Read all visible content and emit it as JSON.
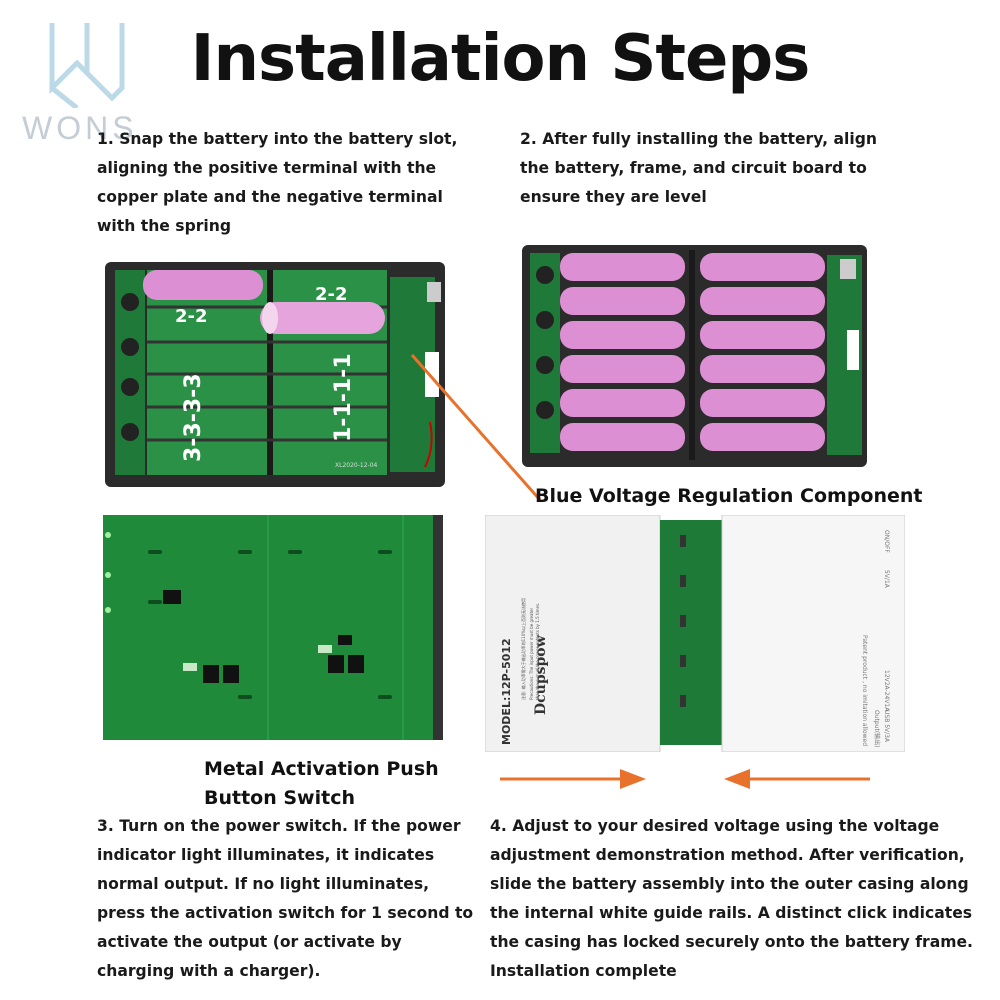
{
  "logo": {
    "text": "WONS"
  },
  "title": "Installation Steps",
  "steps": {
    "step1": "1. Snap the battery into the battery slot,\naligning the positive terminal with the\ncopper plate and the negative terminal\nwith the spring",
    "step2": "2. After fully installing the battery, align\nthe battery, frame, and circuit board to\nensure they are level",
    "step3": "3. Turn on the power switch. If the power\nindicator light illuminates, it indicates\nnormal output. If no light illuminates,\npress the activation switch for 1 second to\nactivate the output (or activate by\ncharging with a charger).",
    "step4": "4. Adjust to your desired voltage using the voltage\nadjustment demonstration method. After verification,\nslide the battery assembly into the outer casing along\nthe internal white guide rails. A distinct click indicates\nthe casing has locked securely onto the battery frame.\nInstallation complete"
  },
  "callouts": {
    "blue_voltage": "Blue Voltage Regulation Component",
    "metal_switch": "Metal Activation Push\nButton Switch"
  },
  "photo1": {
    "slot_labels": [
      "2-2",
      "2-2",
      "3-3-3-3",
      "1-1-1-1"
    ],
    "pcb_code": "XL2020-12-04"
  },
  "photo4": {
    "brand": "Dcupspow",
    "model": "MODEL:12P-5012",
    "lines": [
      "注意: 输入功率需大于输出功率的110%以上否则无法使用",
      "Precautions: The input power must be greater",
      "than the sum of the power outputs by 1.5 times.",
      "Patent product , no imitation allowed",
      "ON/OFF",
      "5V/1A",
      "12V2A-24V1A",
      "Output(输出)",
      "USB 5V/3A"
    ]
  },
  "colors": {
    "arrow": "#e8722c",
    "battery": "#dc8fd3",
    "pcb": "#1f7a3a",
    "frame": "#2a2a2a"
  }
}
